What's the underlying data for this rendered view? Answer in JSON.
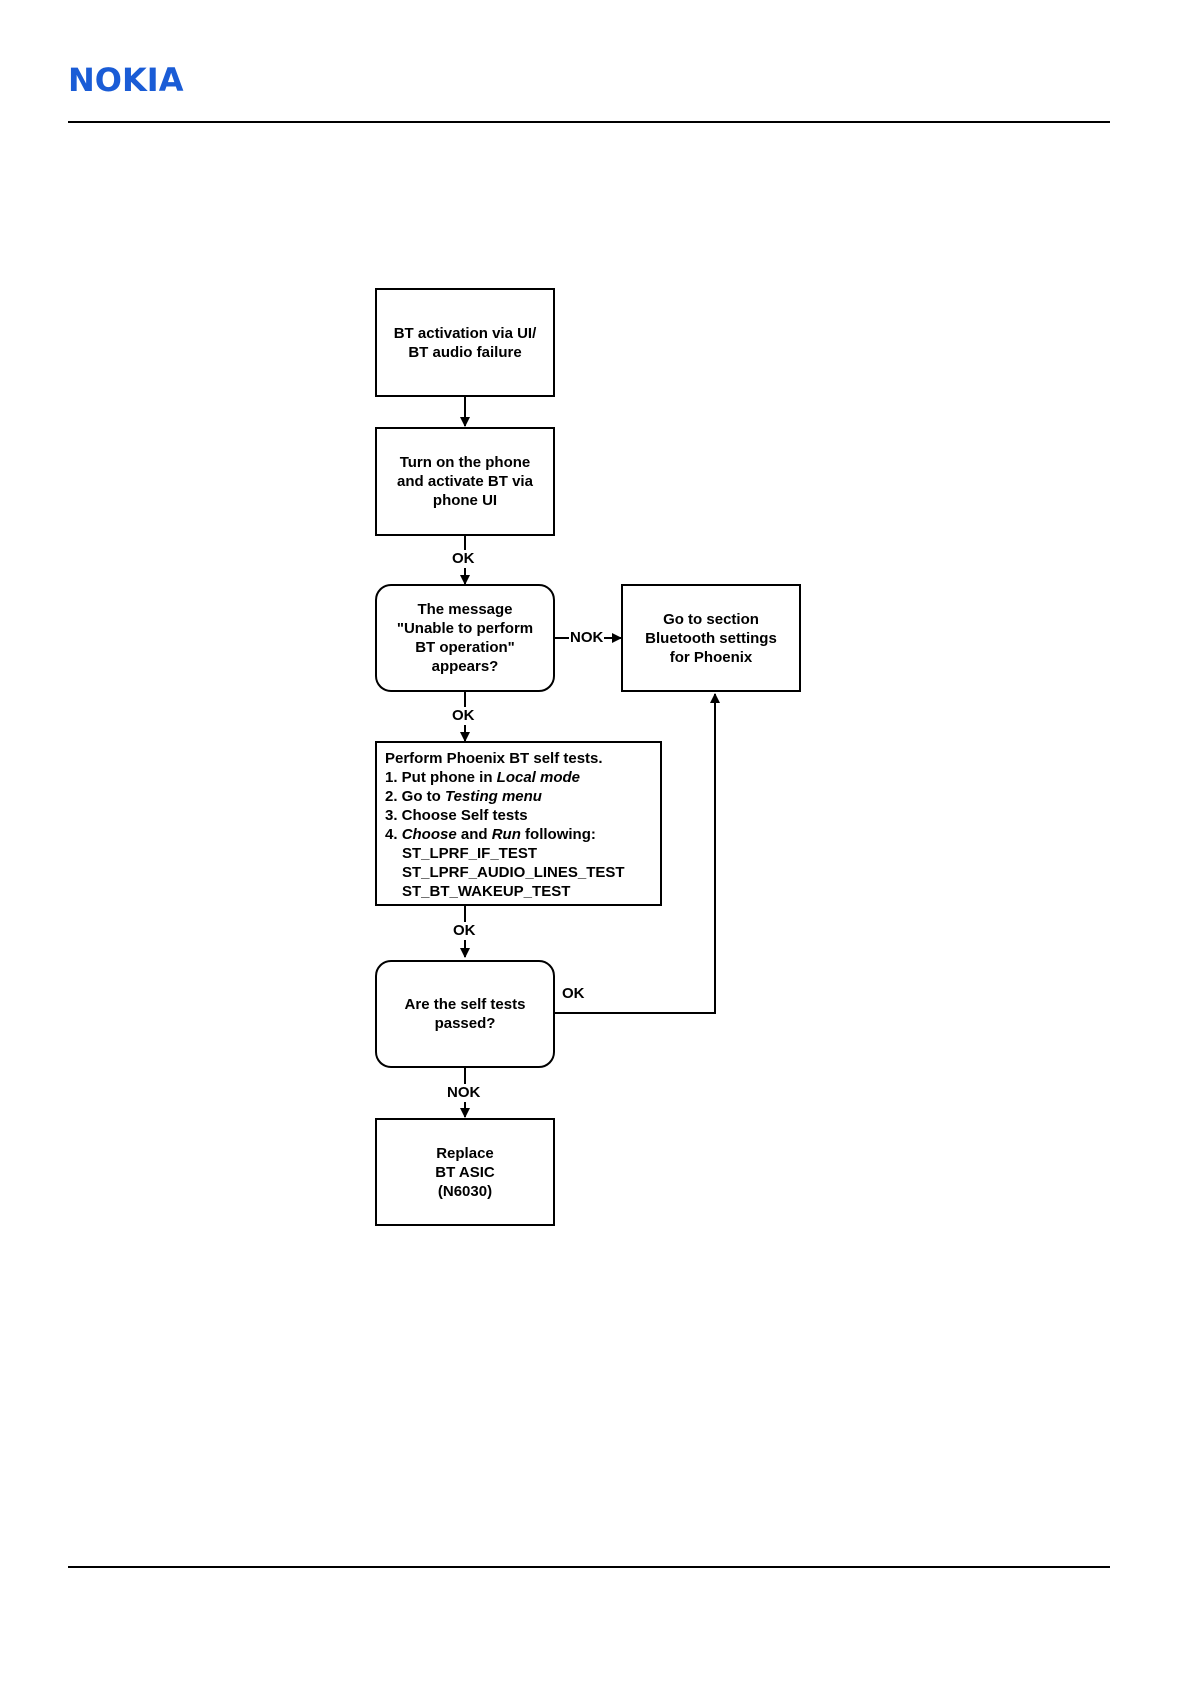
{
  "header": {
    "logo_text": "NOKIA",
    "brand_color": "#1a5cd6"
  },
  "flowchart": {
    "start": {
      "lines": [
        "BT activation via UI/",
        "BT audio failure"
      ]
    },
    "turn_on": {
      "lines": [
        "Turn on the phone",
        "and activate BT via",
        "phone UI"
      ]
    },
    "message_check": {
      "lines": [
        "The message",
        "\"Unable to perform",
        "BT operation\"",
        "appears?"
      ]
    },
    "go_to_section": {
      "lines": [
        "Go to section",
        "Bluetooth settings",
        "for Phoenix"
      ]
    },
    "self_tests": {
      "title": "Perform Phoenix BT self tests.",
      "step1_prefix": "1. Put phone in ",
      "step1_em": "Local mode",
      "step2_prefix": "2. Go to ",
      "step2_em": "Testing menu",
      "step3": "3. Choose Self tests",
      "step4_prefix": "4. ",
      "step4_em1": "Choose",
      "step4_mid": " and ",
      "step4_em2": "Run",
      "step4_suffix": " following:",
      "tests": [
        "ST_LPRF_IF_TEST",
        "ST_LPRF_AUDIO_LINES_TEST",
        "ST_BT_WAKEUP_TEST"
      ]
    },
    "passed_check": {
      "lines": [
        "Are the self tests",
        "passed?"
      ]
    },
    "replace": {
      "lines": [
        "Replace",
        "BT ASIC",
        "(N6030)"
      ]
    },
    "labels": {
      "ok_1": "OK",
      "nok_1": "NOK",
      "ok_2": "OK",
      "ok_3": "OK",
      "ok_4": "OK",
      "nok_2": "NOK"
    }
  }
}
